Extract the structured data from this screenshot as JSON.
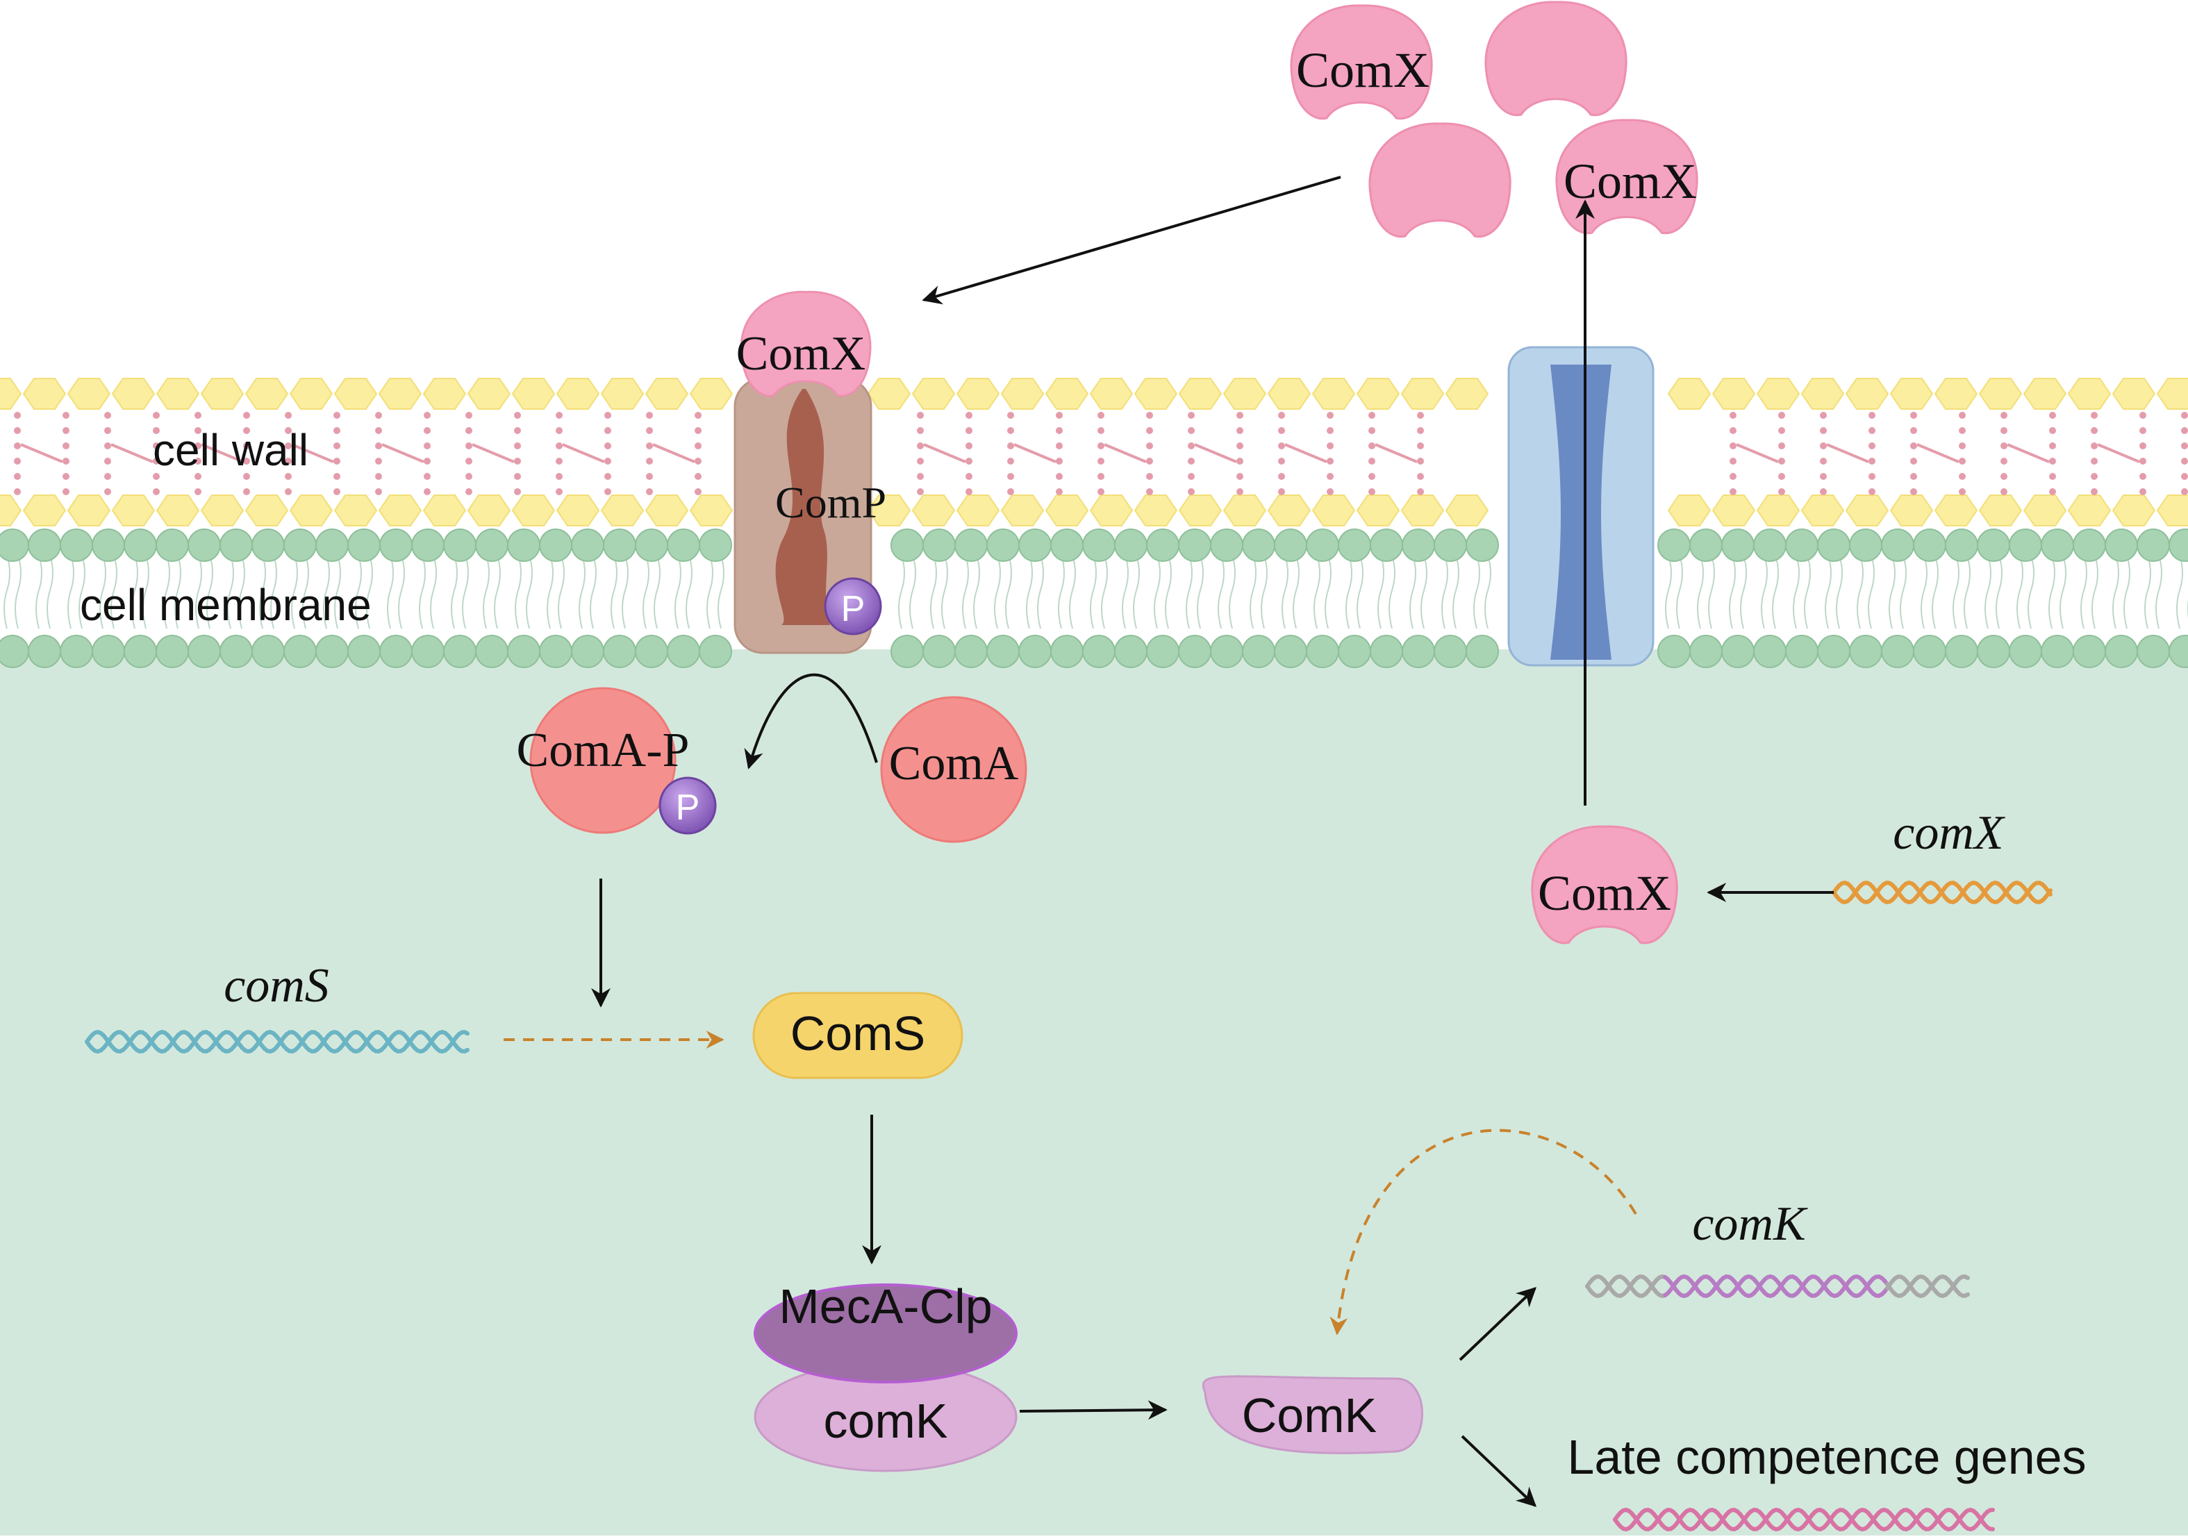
{
  "labels": {
    "cell_wall": "cell wall",
    "cell_membrane": "cell membrane",
    "comx_ext1": "ComX",
    "comx_ext2": "ComX",
    "comx_bound": "ComX",
    "comp": "ComP",
    "p_receptor": "P",
    "coma_p": "ComA-P",
    "p_coma": "P",
    "coma": "ComA",
    "comx_cyto": "ComX",
    "comx_gene": "comX",
    "coms_gene": "comS",
    "coms_protein": "ComS",
    "meca_clp": "MecA-Clp",
    "comk_bound": "comK",
    "comk_protein": "ComK",
    "comk_gene": "comK",
    "late_genes": "Late competence genes"
  },
  "colors": {
    "cytoplasm": "#d3e8dc",
    "comx": "#f4a3c0",
    "coma": "#f4918f",
    "comp_outer": "#c9a89a",
    "comp_inner": "#a8604e",
    "phosphate": "#9a6fc9",
    "coms": "#f6d46c",
    "meca": "#9d6fa6",
    "comk": "#dcb0d8",
    "channel_outer": "#b9d3ea",
    "channel_inner": "#6a8ac4",
    "membrane_head": "#a9d4b3",
    "wall_hex": "#fbee9f",
    "wall_dots": "#e49cab",
    "gene_coms": "#6bb4c4",
    "gene_comx": "#e59a3c",
    "gene_comk_side": "#a9a9a9",
    "gene_comk_mid": "#b77cc4",
    "gene_late": "#d873a4",
    "dashed_arrow": "#c8822c",
    "arrow": "#111111"
  }
}
